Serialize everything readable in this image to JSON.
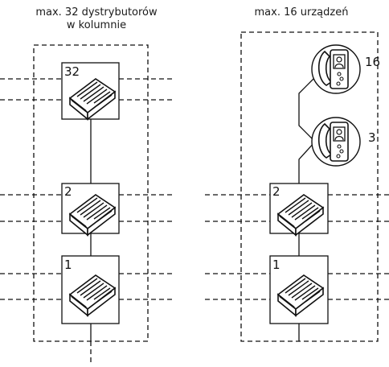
{
  "left_column": {
    "caption_line1": "max. 32 dystrybutorów",
    "caption_line2": "w kolumnie",
    "units": [
      "32",
      "2",
      "1"
    ]
  },
  "right_column": {
    "caption": "max. 16 urządzeń",
    "devices": [
      "16",
      "3"
    ],
    "units": [
      "2",
      "1"
    ]
  },
  "icons": {
    "distributor": "distributor-module-icon",
    "intercom": "intercom-handset-icon"
  }
}
